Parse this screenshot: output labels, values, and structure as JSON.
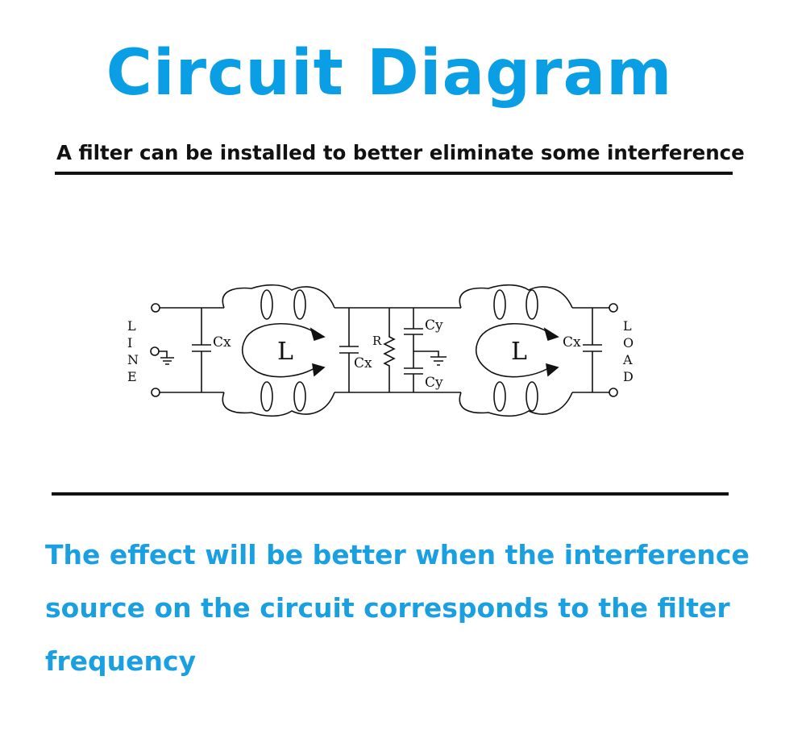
{
  "header": {
    "title": "Circuit Diagram",
    "subtitle": "A filter can be installed to better eliminate some interference"
  },
  "diagram": {
    "line_letters": [
      "L",
      "I",
      "N",
      "E"
    ],
    "load_letters": [
      "L",
      "O",
      "A",
      "D"
    ],
    "cx_label": "Cx",
    "cy_label": "Cy",
    "r_label": "R",
    "l_label": "L"
  },
  "caption": {
    "line1": "The effect will be better when the interference",
    "line2": "source on the circuit corresponds to the filter",
    "line3": "frequency"
  },
  "colors": {
    "title": "#0a9fe5",
    "caption": "#1aa0e0",
    "ink": "#111111"
  }
}
